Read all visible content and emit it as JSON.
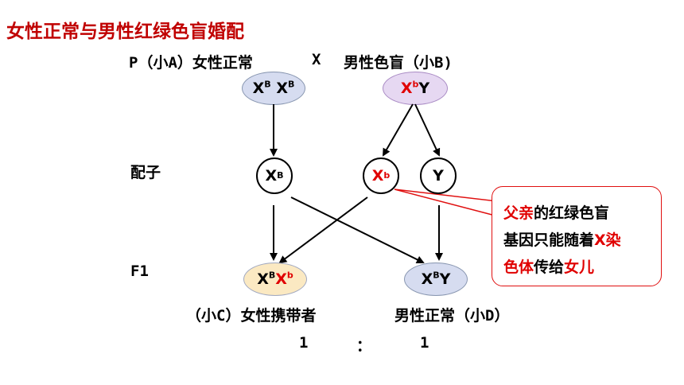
{
  "title": "女性正常与男性红绿色盲婚配",
  "parents": {
    "p_label": "P（小A）女性正常",
    "cross": "X",
    "male_label": "男性色盲（小B)"
  },
  "gamete_label": "配子",
  "f1_label": "F1",
  "genotypes": {
    "mother": {
      "a": "X",
      "a_sup": "B",
      "b": "X",
      "b_sup": "B"
    },
    "father": {
      "a": "X",
      "a_sup": "b",
      "b": "Y"
    },
    "gamete1": {
      "base": "X",
      "sup": "B"
    },
    "gamete2": {
      "base": "X",
      "sup": "b"
    },
    "gamete3": {
      "base": "Y"
    },
    "child1": {
      "a": "X",
      "a_sup": "B",
      "b": "X",
      "b_sup": "b"
    },
    "child2": {
      "a": "X",
      "a_sup": "B",
      "b": "Y"
    }
  },
  "offspring": {
    "child1_label": "（小C）女性携带者",
    "child2_label": "男性正常（小D）"
  },
  "ratio": {
    "left": "1",
    "colon": "：",
    "right": "1"
  },
  "callout": {
    "part1": "父亲",
    "part2": "的红绿色盲",
    "line2a": "基因只能随着",
    "line2b": "X染",
    "line3a": "色体",
    "line3b": "传给",
    "line3c": "女儿"
  },
  "colors": {
    "title": "#c00000",
    "mother_fill": "#d6dcf0",
    "father_fill": "#e6d8f2",
    "child1_fill": "#fbe9c2",
    "child2_fill": "#d6dcf0",
    "highlight": "#e00000"
  }
}
